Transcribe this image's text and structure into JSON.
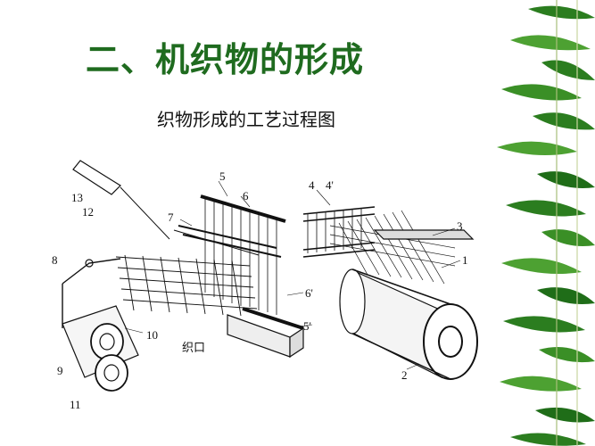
{
  "slide": {
    "title": "二、机织物的形成",
    "subtitle": "织物形成的工艺过程图"
  },
  "figure": {
    "labels": {
      "l1": "1",
      "l2": "2",
      "l3": "3",
      "l4": "4",
      "l4p": "4'",
      "l5": "5",
      "l5p": "5'",
      "l6": "6",
      "l6p": "6'",
      "l7": "7",
      "l8": "8",
      "l9": "9",
      "l10": "10",
      "l11": "11",
      "l12": "12",
      "l13": "13",
      "fell": "织口"
    }
  },
  "colors": {
    "title": "#1f6b1f",
    "leaf_dark": "#1f6d18",
    "leaf_light": "#4da132"
  }
}
